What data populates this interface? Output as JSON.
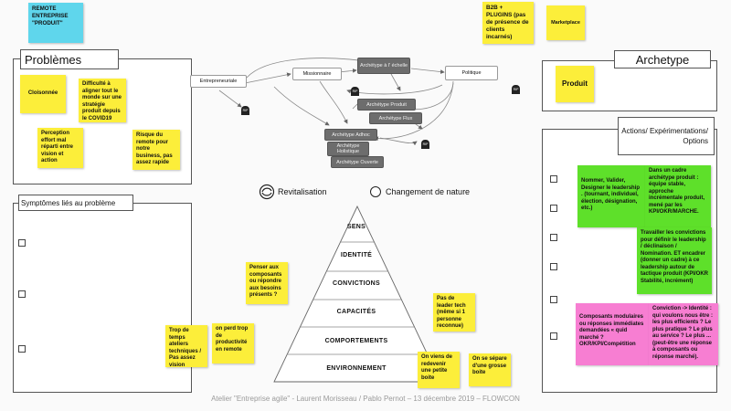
{
  "top": {
    "remote_note": "REMOTE ENTREPRISE \"PRODUIT\"",
    "b2b_note": "B2B + PLUGINS (pas de présence de clients incarnés)",
    "marketplace_note": "Marketplace"
  },
  "problemes": {
    "title": "Problèmes",
    "notes": [
      "Cloisonnée",
      "Difficulté à aligner tout le monde sur une stratégie produit depuis le COVID19",
      "Perception effort mal réparti entre vision et action",
      "Risque du remote pour notre business, pas assez rapide"
    ]
  },
  "symptomes": {
    "title": "Symptômes liés au problème"
  },
  "archetype": {
    "title": "Archetype",
    "note": "Produit"
  },
  "actions": {
    "title": "Actions/ Expérimentations/ Options",
    "notes": [
      "Nommer, Valider, Designer le leadership . (tournant, individuel, élection, désignation, etc.)",
      "Dans un cadre archétype produit : équipe stable, approche incrémentale produit, mené par les KPI/OKR/MARCHE.",
      "Travailler les convictions pour définir le leadership / déclinaison / Nomination. ET encadrer (donner un cadre) à ce leadership autour de tactique produit (KPI/OKR Stabilité, incrément)",
      "Composants modulaires ou réponses immédiates demandées « quid marché ? OKR/KPI/Compétition",
      "Conviction -> Identité : qui voulons nous être : les plus efficients ? Le plus pratique ? Le plus au service ? Le plus ... (peut-être une réponse à composants ou réponse marché)."
    ]
  },
  "flow": {
    "entrepreneuriale": "Entrepreneuriale",
    "missionnaire": "Missionnaire",
    "echelle": "Archétype à l' échelle",
    "politique": "Politique",
    "produit": "Archétype Produit",
    "flux": "Archétype Flux",
    "adhoc": "Archétype Adhoc",
    "holistique": "Archétype Holistique",
    "ouverte": "Archétype Ouverte",
    "rip": "RIP"
  },
  "legend": {
    "revitalisation": "Revitalisation",
    "changement": "Changement de nature"
  },
  "pyramid": {
    "levels": [
      "SENS",
      "IDENTITÉ",
      "CONVICTIONS",
      "CAPACITÉS",
      "COMPORTEMENTS",
      "ENVIRONNEMENT"
    ],
    "notes": [
      "Penser aux composants ou répondre aux besoins présents ?",
      "Pas de leader tech (même si 1 personne reconnue)",
      "Trop de temps ateliers techniques / Pas assez vision",
      "on perd trop de productivité en remote",
      "On viens de redevenir une petite boite",
      "On se sépare d'une grosse boite"
    ]
  },
  "footer": "Atelier \"Entreprise agile\" - Laurent Morisseau / Pablo Pernot – 13 décembre 2019 – FLOWCON"
}
